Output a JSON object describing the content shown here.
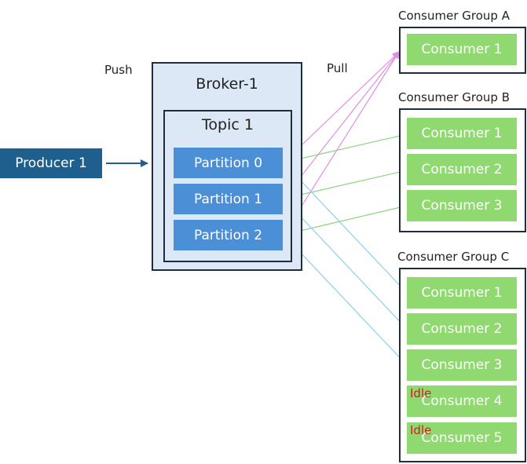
{
  "labels": {
    "push": "Push",
    "pull": "Pull"
  },
  "producer": {
    "label": "Producer 1"
  },
  "broker": {
    "title": "Broker-1",
    "topic": {
      "title": "Topic 1",
      "partitions": [
        "Partition 0",
        "Partition 1",
        "Partition 2"
      ]
    }
  },
  "groups": [
    {
      "name": "Consumer Group A",
      "consumers": [
        "Consumer 1"
      ]
    },
    {
      "name": "Consumer Group B",
      "consumers": [
        "Consumer 1",
        "Consumer 2",
        "Consumer 3"
      ]
    },
    {
      "name": "Consumer Group C",
      "consumers": [
        "Consumer 1",
        "Consumer 2",
        "Consumer 3",
        "Consumer 4",
        "Consumer 5"
      ]
    }
  ],
  "idle_label": "Idle",
  "colors": {
    "producer": "#1e5f8e",
    "broker_bg": "#dce8f5",
    "partition": "#4b8fd6",
    "consumer": "#8fd970",
    "arrow_group_a": "#e08ee0",
    "arrow_group_b": "#86d57a",
    "arrow_group_c": "#8ccfee",
    "idle_text": "#cc1f1f"
  }
}
